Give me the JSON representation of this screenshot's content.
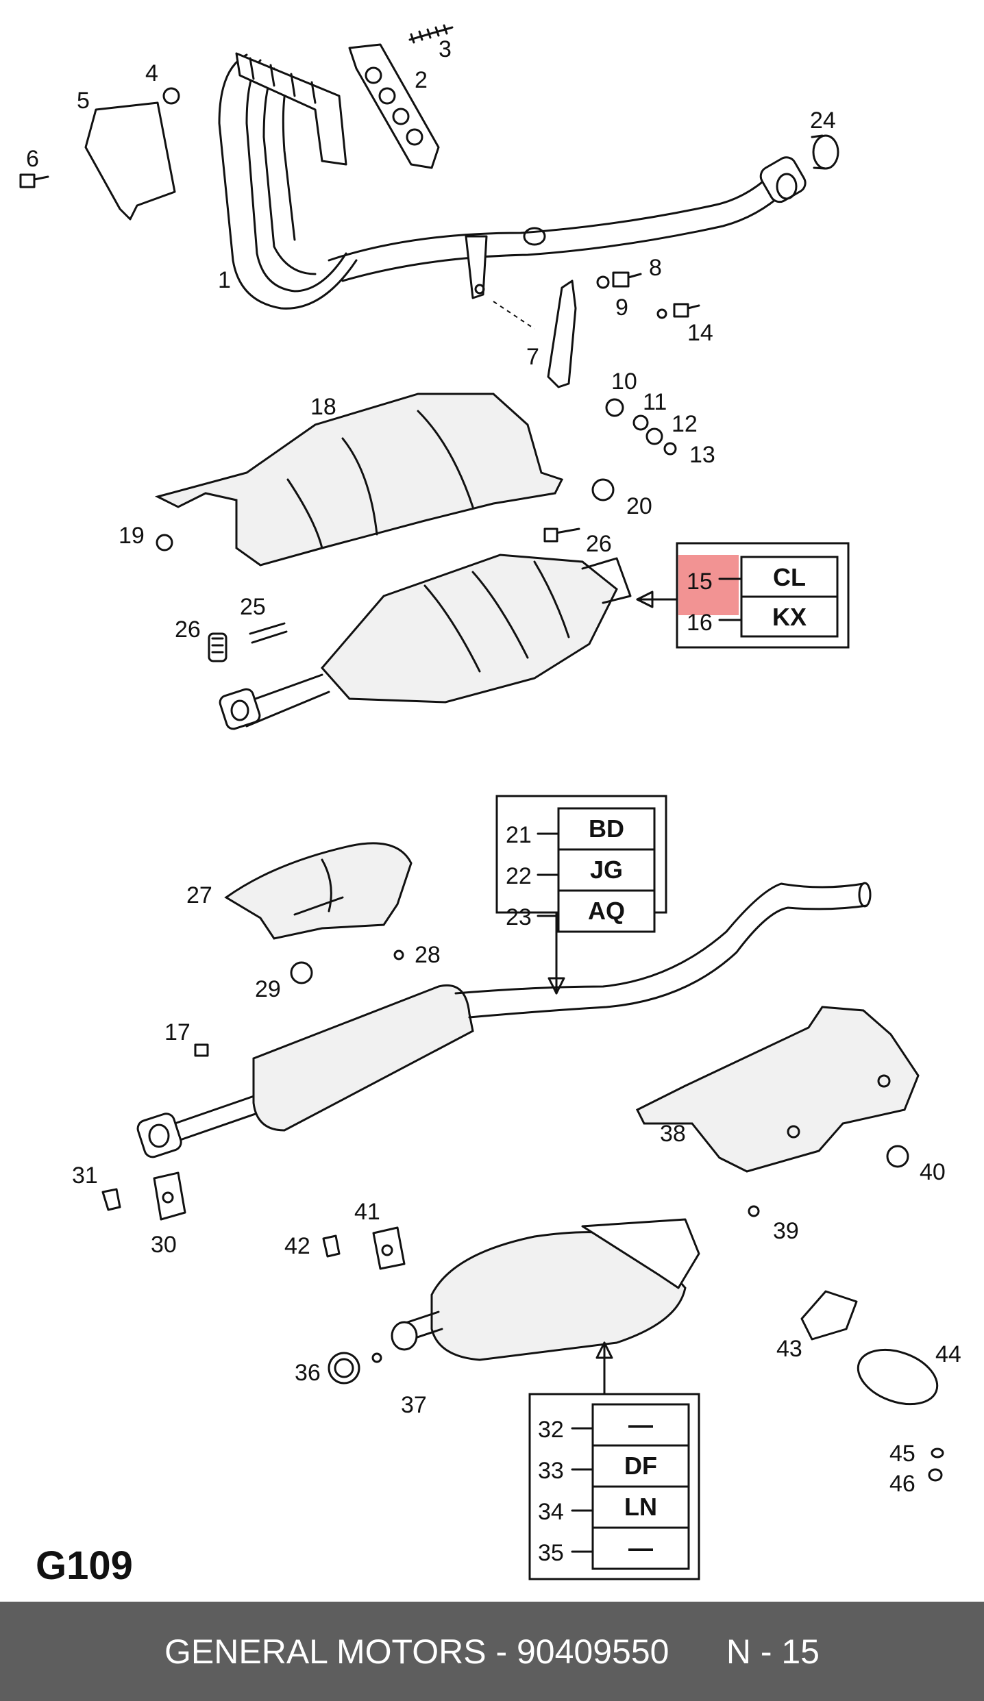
{
  "page_code": "G109",
  "footer": {
    "brand": "GENERAL MOTORS",
    "separator": " - ",
    "part_number": "90409550",
    "page_ref": "N - 15"
  },
  "callouts": [
    "1",
    "2",
    "3",
    "4",
    "5",
    "6",
    "7",
    "8",
    "9",
    "10",
    "11",
    "12",
    "13",
    "14",
    "15",
    "16",
    "17",
    "18",
    "19",
    "20",
    "21",
    "22",
    "23",
    "24",
    "25",
    "26",
    "26",
    "27",
    "28",
    "29",
    "30",
    "31",
    "36",
    "37",
    "38",
    "39",
    "40",
    "41",
    "42",
    "43",
    "44",
    "45",
    "46"
  ],
  "table_catalytic": {
    "rows": [
      {
        "num": "15",
        "code": "CL"
      },
      {
        "num": "16",
        "code": "KX"
      }
    ],
    "highlight_color": "#f08080"
  },
  "table_pipe": {
    "rows": [
      {
        "num": "21",
        "code": "BD"
      },
      {
        "num": "22",
        "code": "JG"
      },
      {
        "num": "23",
        "code": "AQ"
      }
    ]
  },
  "table_silencer": {
    "rows": [
      {
        "num": "32",
        "code": "—"
      },
      {
        "num": "33",
        "code": "DF"
      },
      {
        "num": "34",
        "code": "LN"
      },
      {
        "num": "35",
        "code": "—"
      }
    ]
  }
}
